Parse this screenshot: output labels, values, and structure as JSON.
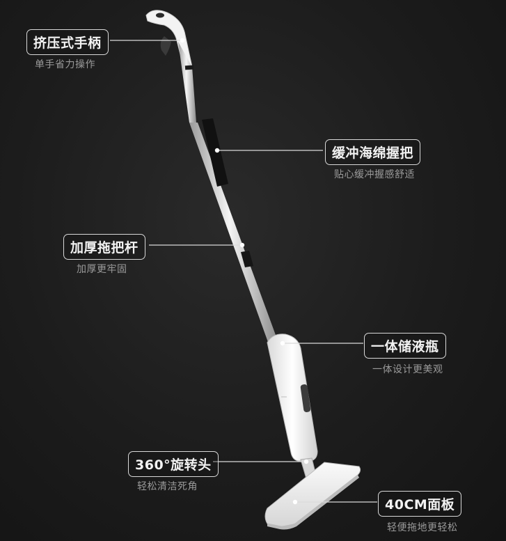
{
  "colors": {
    "background": "#1c1c1c",
    "label_border": "#d9d9d9",
    "label_text": "#f2f2f2",
    "subtext": "#9a9a9a",
    "product_white": "#f1f1f1",
    "grip_black": "#111111"
  },
  "features": [
    {
      "title": "挤压式手柄",
      "subtitle": "单手省力操作"
    },
    {
      "title": "缓冲海绵握把",
      "subtitle": "贴心缓冲握感舒适"
    },
    {
      "title": "加厚拖把杆",
      "subtitle": "加厚更牢固"
    },
    {
      "title": "一体储液瓶",
      "subtitle": "一体设计更美观"
    },
    {
      "title": "360°旋转头",
      "subtitle": "轻松清洁死角"
    },
    {
      "title": "40CM面板",
      "subtitle": "轻便拖地更轻松"
    }
  ]
}
